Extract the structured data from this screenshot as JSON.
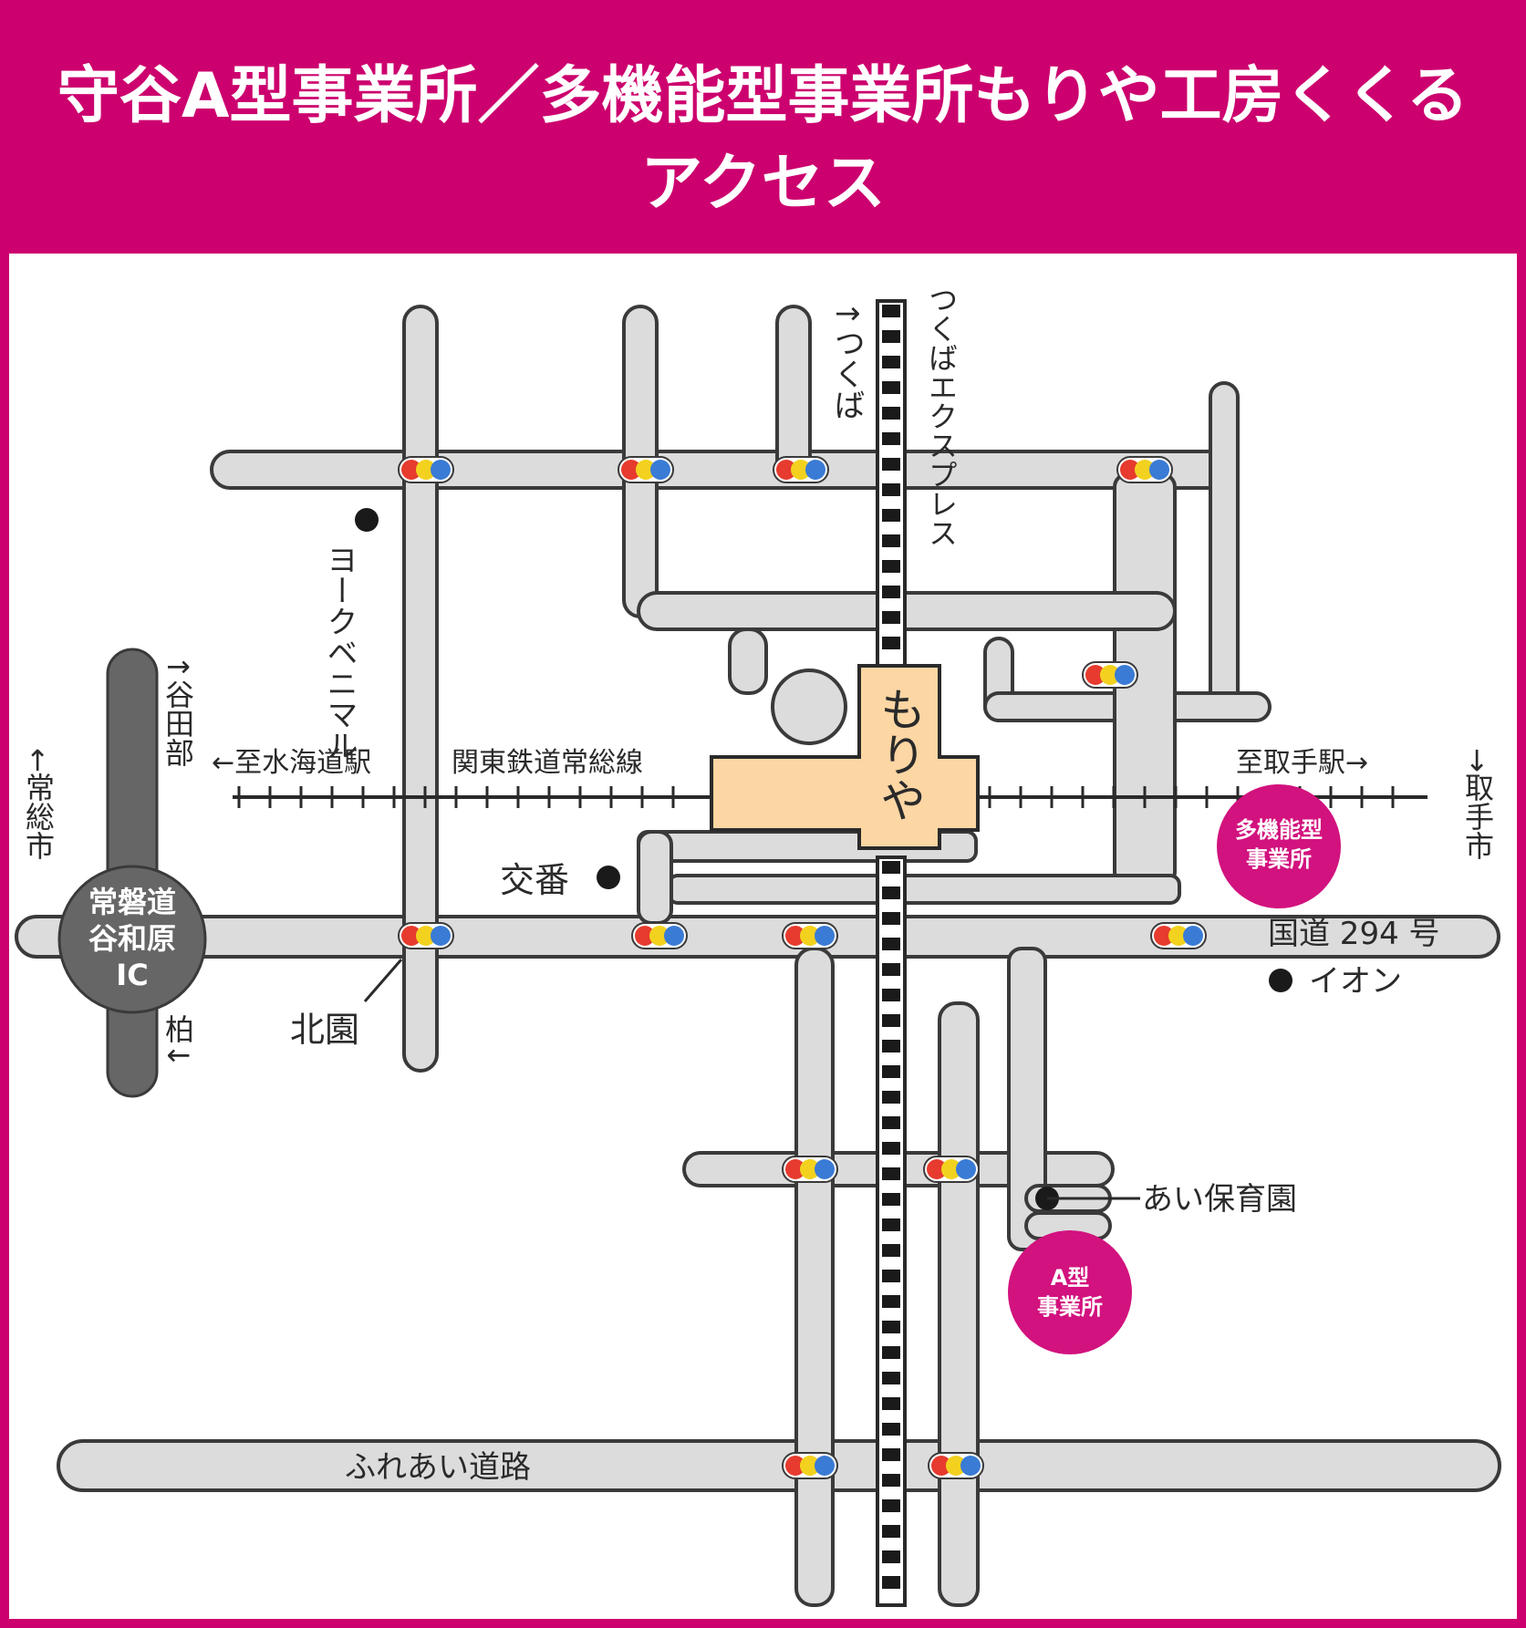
{
  "header": {
    "title_line1": "守谷A型事業所／多機能型事業所もりや工房くくる",
    "title_line2": "アクセス"
  },
  "colors": {
    "brand": "#cc006e",
    "road_fill": "#dcdcdc",
    "road_outline": "#3a3a3a",
    "station_fill": "#fcd6a3",
    "expressway": "#666666",
    "signal_red": "#e63b2e",
    "signal_yellow": "#f2d21f",
    "signal_blue": "#3a7bd5"
  },
  "map": {
    "station_label": "もりや",
    "rail_line_label": "関東鉄道常総線",
    "express_line_label": "つくばエクスプレス",
    "to_tsukuba_label": "↑つくば",
    "to_mitsukaido_label": "←至水海道駅",
    "to_toride_station_label": "至取手駅→",
    "to_toride_city_label": "→取手市",
    "to_joso_city_label": "←常総市",
    "to_yatabe_label": "↑谷田部",
    "to_kashiwa_label": "柏↓",
    "ic_label_line1": "常磐道",
    "ic_label_line2": "谷和原",
    "ic_label_line3": "IC",
    "route294_label": "国道 294 号",
    "fureai_road_label": "ふれあい道路",
    "landmarks": {
      "york_benimaru": "ヨークベニマル",
      "koban": "交番",
      "kitazono": "北園",
      "aeon": "イオン",
      "ai_nursery": "あい保育園"
    },
    "markers": {
      "type_a_line1": "A型",
      "type_a_line2": "事業所",
      "multi_line1": "多機能型",
      "multi_line2": "事業所"
    }
  }
}
